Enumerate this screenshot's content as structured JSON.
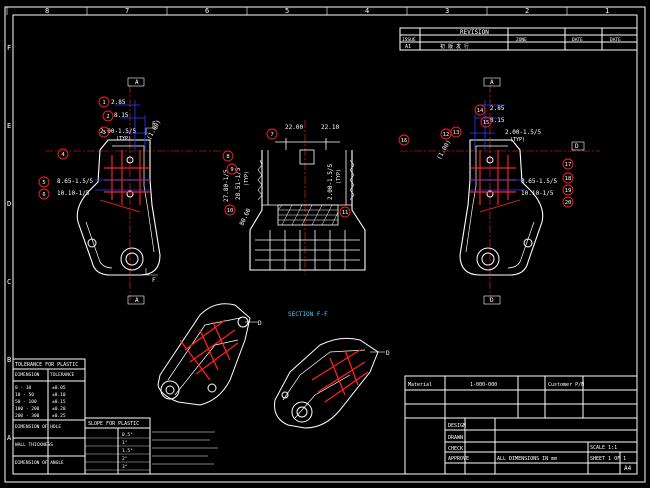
{
  "frame": {
    "top_numbers": [
      "8",
      "7",
      "6",
      "5",
      "4",
      "3",
      "2",
      "1"
    ],
    "left_letters": [
      "F",
      "E",
      "D",
      "C",
      "B",
      "A"
    ]
  },
  "revision_block": {
    "title": "REVISION",
    "col_issue": "ISSUE",
    "col_zone": "ZONE",
    "col_date1": "DATE",
    "col_date2": "DATE",
    "row_issue": "A1",
    "row_desc": "初 版 发 行"
  },
  "views": {
    "left_dims": [
      "2.85",
      "8.15",
      "2.00-1.5/5",
      "(TYP)",
      "(1.00)",
      "8.65-1.5/5",
      "10.10-1/5"
    ],
    "left_balloons": [
      "1",
      "2",
      "3",
      "4",
      "5",
      "6"
    ],
    "center_dims": [
      "22.00",
      "22.10",
      "27.80-1/5",
      "28.51-1/5",
      "(TYP)",
      "2.00-1.5/5",
      "(TYP)",
      "80.60"
    ],
    "center_balloons": [
      "7",
      "8",
      "9",
      "10",
      "11"
    ],
    "section_label": "SECTION F-F",
    "right_dims": [
      "2.85",
      "8.15",
      "2.00-1.5/5",
      "(TYP)",
      "(1.00)",
      "8.65-1.5/5",
      "10.10-1/5"
    ],
    "right_balloons": [
      "12",
      "13",
      "14",
      "15",
      "16",
      "17",
      "18",
      "19",
      "20"
    ],
    "section_markers": [
      "F",
      "F",
      "A",
      "A",
      "A",
      "D",
      "D"
    ]
  },
  "tolerance_table": {
    "title": "TOLERANCE FOR PLASTIC",
    "header": [
      "DIMENSION",
      "TOLERANCE"
    ],
    "rows": [
      [
        "0 - 10",
        "±0.05"
      ],
      [
        "10 - 50",
        "±0.10"
      ],
      [
        "50 - 100",
        "±0.15"
      ],
      [
        "100 - 200",
        "±0.20"
      ],
      [
        "200 - 300",
        "±0.25"
      ]
    ],
    "note1": "DIMENSION OF HOLE",
    "note2": "WALL THICKNESS",
    "note3": "DIMENSION OF ANGLE"
  },
  "slope_table": {
    "title": "SLOPE FOR PLASTIC",
    "rows": [
      "0.5°",
      "1°",
      "1.5°",
      "2°",
      "3°"
    ]
  },
  "title_block": {
    "material_label": "Material",
    "part_no": "1-000-000",
    "customer": "Customer P/N",
    "note": "ALL DIMENSIONS IN mm",
    "scale": "SCALE 1:1",
    "sheet": "SHEET 1 OF 1",
    "size": "A4",
    "designer": "DESIGN",
    "drawer": "DRAWN",
    "checker": "CHECK",
    "approver": "APPROVE"
  },
  "colors": {
    "white": "#ffffff",
    "red": "#ff2020",
    "blue": "#2a3cff",
    "cyan": "#39d0ff"
  }
}
